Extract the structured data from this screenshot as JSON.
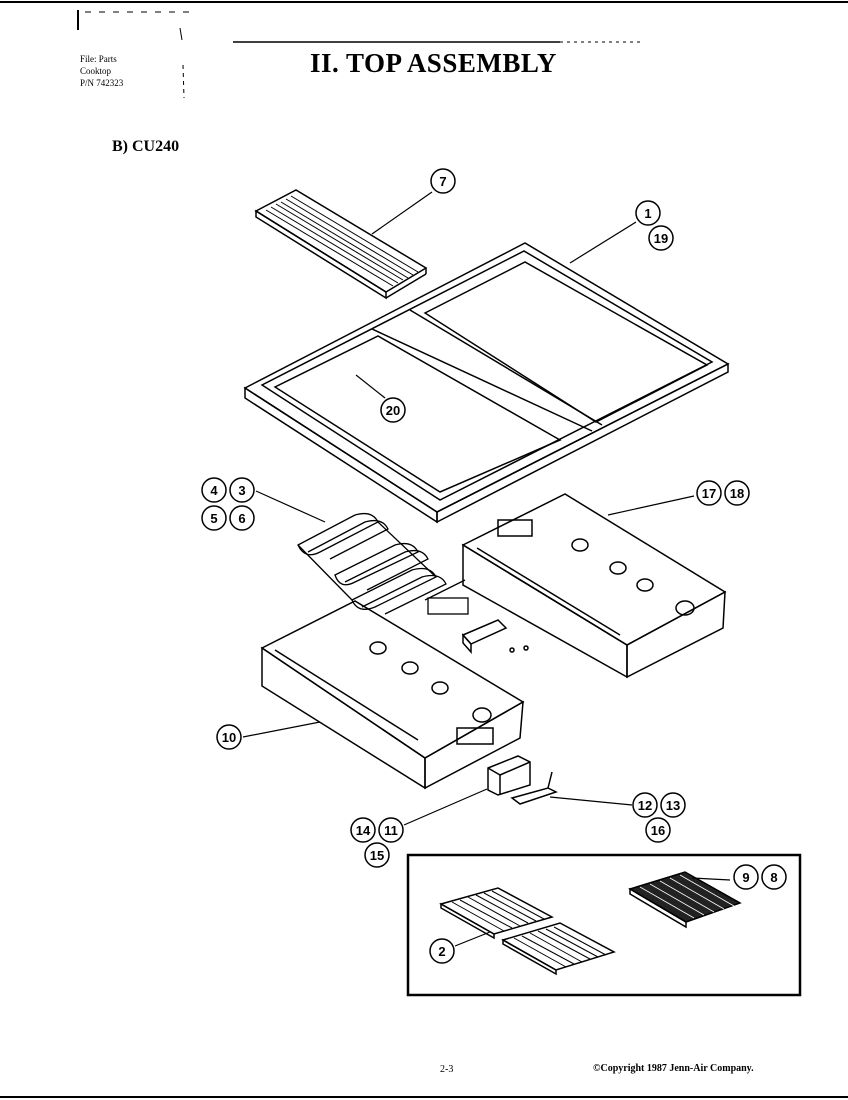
{
  "header": {
    "file_line1": "File: Parts",
    "file_line2": "Cooktop",
    "file_line3": "P/N 742323",
    "title": "II. TOP ASSEMBLY",
    "subtitle": "B) CU240"
  },
  "callouts": {
    "c7": "7",
    "c1": "1",
    "c19": "19",
    "c20": "20",
    "c4": "4",
    "c3": "3",
    "c5": "5",
    "c6": "6",
    "c17": "17",
    "c18": "18",
    "c10": "10",
    "c12": "12",
    "c13": "13",
    "c16": "16",
    "c14": "14",
    "c11": "11",
    "c15": "15",
    "c9": "9",
    "c8": "8",
    "c2": "2"
  },
  "footer": {
    "page": "2-3",
    "copyright": "©Copyright 1987 Jenn-Air Company."
  }
}
